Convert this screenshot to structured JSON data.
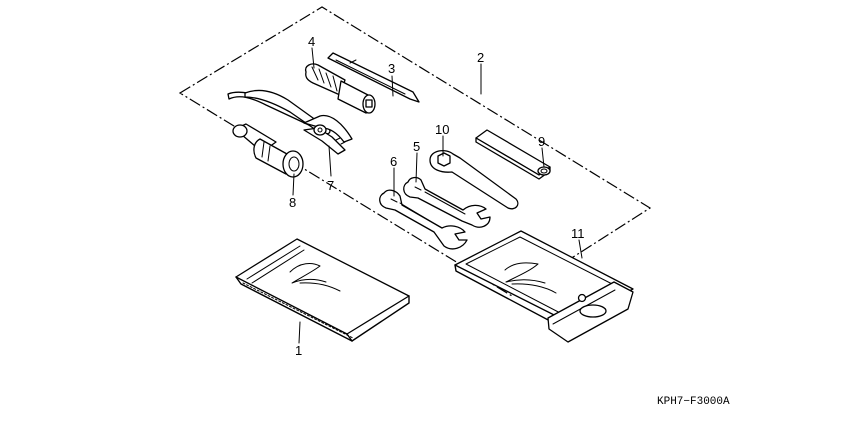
{
  "callouts": [
    {
      "id": "1",
      "label": "1",
      "part": "owner-manual"
    },
    {
      "id": "2",
      "label": "2",
      "part": "tool-kit-assembly"
    },
    {
      "id": "3",
      "label": "3",
      "part": "screwdriver-blade"
    },
    {
      "id": "4",
      "label": "4",
      "part": "screwdriver-grip"
    },
    {
      "id": "5",
      "label": "5",
      "part": "open-end-wrench"
    },
    {
      "id": "6",
      "label": "6",
      "part": "open-end-wrench"
    },
    {
      "id": "7",
      "label": "7",
      "part": "pliers"
    },
    {
      "id": "8",
      "label": "8",
      "part": "spark-plug-wrench"
    },
    {
      "id": "9",
      "label": "9",
      "part": "handle-bar"
    },
    {
      "id": "10",
      "label": "10",
      "part": "ring-wrench"
    },
    {
      "id": "11",
      "label": "11",
      "part": "tool-bag"
    }
  ],
  "drawing_code": "KPH7−F3000A"
}
